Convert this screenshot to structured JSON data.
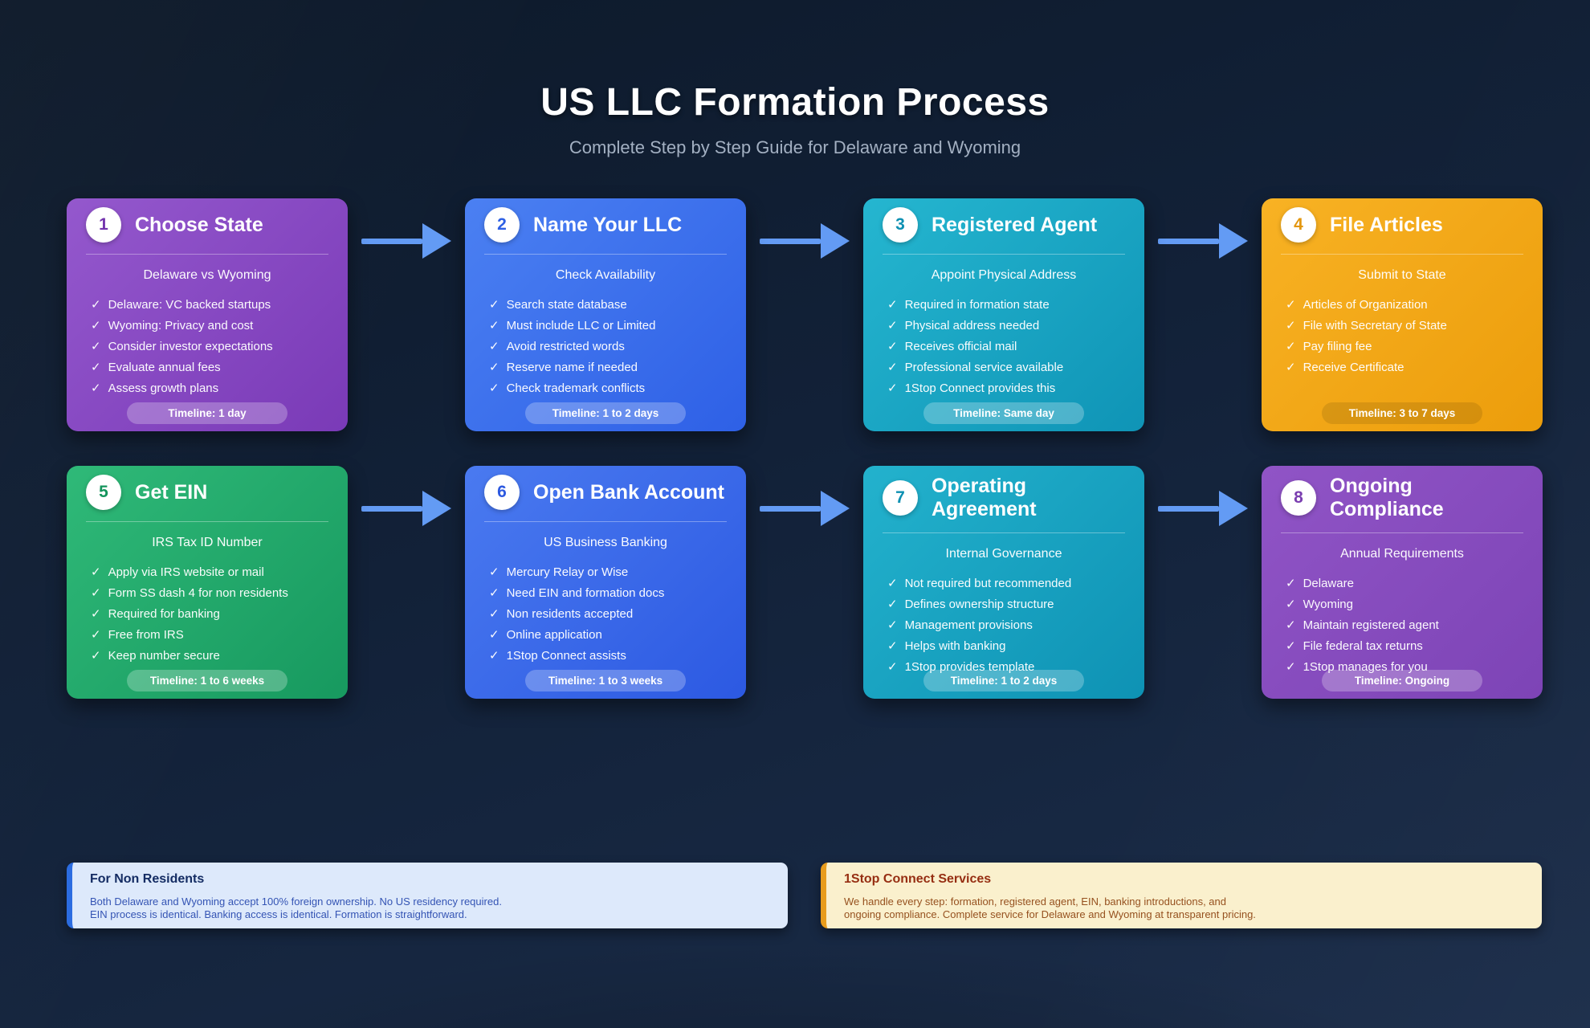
{
  "header": {
    "title": "US LLC Formation Process",
    "subtitle": "Complete Step by Step Guide for Delaware and Wyoming"
  },
  "flow": {
    "check_icon": "✓",
    "arrow_color": "#639bf4"
  },
  "steps": [
    {
      "number": "1",
      "title": "Choose State",
      "subtitle": "Delaware vs Wyoming",
      "items": [
        "Delaware: VC backed startups",
        "Wyoming: Privacy and cost",
        "Consider investor expectations",
        "Evaluate annual fees",
        "Assess growth plans"
      ],
      "timeline": "Timeline: 1 day",
      "colors": {
        "from": "#9458cd",
        "to": "#7a3ab7",
        "accent": "#7334ad",
        "pill": "rgba(255,255,255,0.25)"
      }
    },
    {
      "number": "2",
      "title": "Name Your LLC",
      "subtitle": "Check Availability",
      "items": [
        "Search state database",
        "Must include LLC or Limited",
        "Avoid restricted words",
        "Reserve name if needed",
        "Check trademark conflicts"
      ],
      "timeline": "Timeline: 1 to 2 days",
      "colors": {
        "from": "#4b80f2",
        "to": "#2e60e6",
        "accent": "#2d5fe4",
        "pill": "rgba(255,255,255,0.25)"
      }
    },
    {
      "number": "3",
      "title": "Registered Agent",
      "subtitle": "Appoint Physical Address",
      "items": [
        "Required in formation state",
        "Physical address needed",
        "Receives official mail",
        "Professional service available",
        "1Stop Connect provides this"
      ],
      "timeline": "Timeline: Same day",
      "colors": {
        "from": "#25b6d0",
        "to": "#0f94b6",
        "accent": "#0d90b2",
        "pill": "rgba(255,255,255,0.25)"
      }
    },
    {
      "number": "4",
      "title": "File Articles",
      "subtitle": "Submit to State",
      "items": [
        "Articles of Organization",
        "File with Secretary of State",
        "Pay filing fee",
        "Receive Certificate"
      ],
      "timeline": "Timeline: 3 to 7 days",
      "colors": {
        "from": "#f8b224",
        "to": "#ec9d0b",
        "accent": "#e3970f",
        "pill": "rgba(0,0,0,0.10)"
      }
    },
    {
      "number": "5",
      "title": "Get EIN",
      "subtitle": "IRS Tax ID Number",
      "items": [
        "Apply via IRS website or mail",
        "Form SS dash 4 for non residents",
        "Required for banking",
        "Free from IRS",
        "Keep number secure"
      ],
      "timeline": "Timeline: 1 to 6 weeks",
      "colors": {
        "from": "#2fb978",
        "to": "#17995f",
        "accent": "#14945c",
        "pill": "rgba(255,255,255,0.25)"
      }
    },
    {
      "number": "6",
      "title": "Open Bank Account",
      "subtitle": "US Business Banking",
      "items": [
        "Mercury Relay or Wise",
        "Need EIN and formation docs",
        "Non residents accepted",
        "Online application",
        "1Stop Connect assists"
      ],
      "timeline": "Timeline: 1 to 3 weeks",
      "colors": {
        "from": "#4a7af0",
        "to": "#2c59e2",
        "accent": "#2c59e0",
        "pill": "rgba(255,255,255,0.25)"
      }
    },
    {
      "number": "7",
      "title": "Operating Agreement",
      "subtitle": "Internal Governance",
      "items": [
        "Not required but recommended",
        "Defines ownership structure",
        "Management provisions",
        "Helps with banking",
        "1Stop provides template"
      ],
      "timeline": "Timeline: 1 to 2 days",
      "colors": {
        "from": "#23b2cd",
        "to": "#0e92b4",
        "accent": "#0d90b2",
        "pill": "rgba(255,255,255,0.25)"
      }
    },
    {
      "number": "8",
      "title": "Ongoing Compliance",
      "subtitle": "Annual Requirements",
      "items": [
        "Delaware",
        "Wyoming",
        "Maintain registered agent",
        "File federal tax returns",
        "1Stop manages for you"
      ],
      "timeline": "Timeline: Ongoing",
      "colors": {
        "from": "#9054c6",
        "to": "#7d44b6",
        "accent": "#7a3eb0",
        "pill": "rgba(255,255,255,0.25)"
      }
    }
  ],
  "notes": [
    {
      "title": "For Non Residents",
      "lines": [
        "Both Delaware and Wyoming accept 100% foreign ownership. No US residency required.",
        "EIN process is identical. Banking access is identical. Formation is straightforward."
      ],
      "colors": {
        "bg": "#dde9fb",
        "stripe": "#2b6ce0",
        "title": "#142c63",
        "text": "#3454b4"
      }
    },
    {
      "title": "1Stop Connect Services",
      "lines": [
        "We handle every step: formation, registered agent, EIN, banking introductions, and",
        "ongoing compliance. Complete service for Delaware and Wyoming at transparent pricing."
      ],
      "colors": {
        "bg": "#faf0cd",
        "stripe": "#e89c1c",
        "title": "#962e12",
        "text": "#96511f"
      }
    }
  ]
}
